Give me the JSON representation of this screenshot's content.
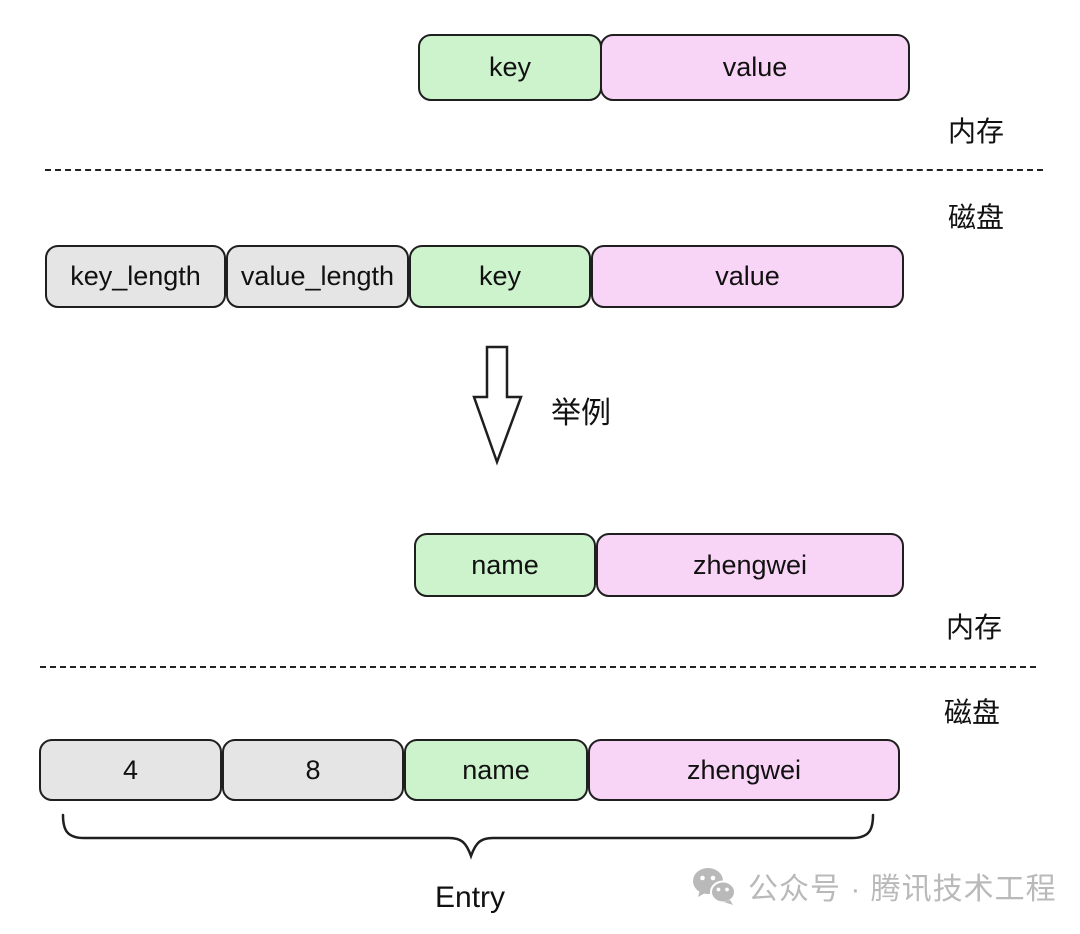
{
  "colors": {
    "green": "#cdf3cc",
    "pink": "#f8d4f6",
    "gray": "#e5e5e5",
    "border": "#1f1f1f",
    "watermark": "#b9b9b9"
  },
  "generic": {
    "memory_row": {
      "key": "key",
      "value": "value"
    },
    "memory_label": "内存",
    "disk_label": "磁盘",
    "disk_row": {
      "key_length": "key_length",
      "value_length": "value_length",
      "key": "key",
      "value": "value"
    }
  },
  "arrow": {
    "label": "举例"
  },
  "example": {
    "memory_row": {
      "key": "name",
      "value": "zhengwei"
    },
    "memory_label": "内存",
    "disk_label": "磁盘",
    "disk_row": {
      "key_length": "4",
      "value_length": "8",
      "key": "name",
      "value": "zhengwei"
    }
  },
  "entry_label": "Entry",
  "watermark": {
    "icon": "wechat-icon",
    "text": "公众号 · 腾讯技术工程"
  }
}
